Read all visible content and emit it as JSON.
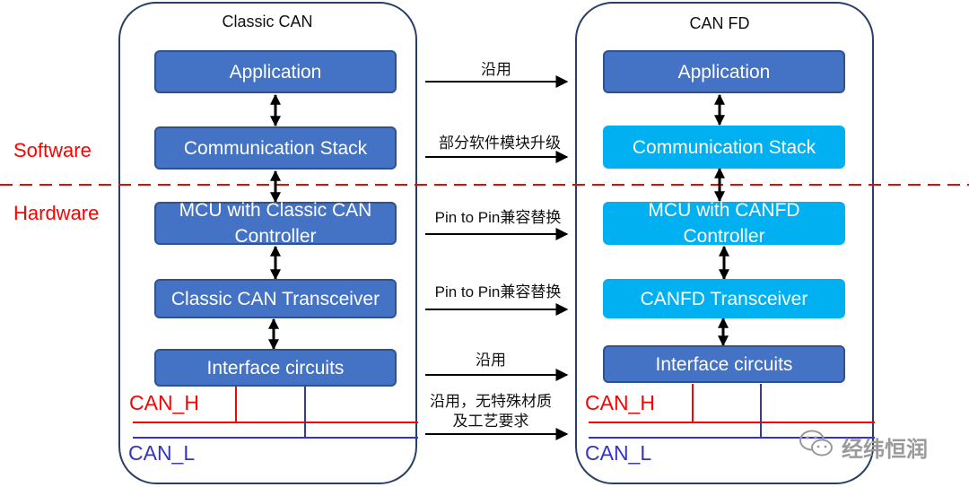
{
  "left": {
    "title": "Classic CAN",
    "blocks": [
      "Application",
      "Communication Stack",
      "MCU with Classic CAN\nController",
      "Classic CAN Transceiver",
      "Interface circuits"
    ],
    "can_h": "CAN_H",
    "can_l": "CAN_L"
  },
  "right": {
    "title": "CAN FD",
    "blocks": [
      "Application",
      "Communication Stack",
      "MCU with CANFD\nController",
      "CANFD Transceiver",
      "Interface circuits"
    ],
    "can_h": "CAN_H",
    "can_l": "CAN_L"
  },
  "middle": {
    "labels": [
      "沿用",
      "部分软件模块升级",
      "Pin to Pin兼容替换",
      "Pin to Pin兼容替换",
      "沿用",
      "沿用，无特殊材质\n及工艺要求"
    ]
  },
  "layers": {
    "software": "Software",
    "hardware": "Hardware"
  },
  "watermark": {
    "icon": "wechat-icon",
    "text": "经纬恒润"
  },
  "colors": {
    "block_classic": "#4472c4",
    "block_upgraded": "#00b0f0",
    "divider": "#ff0000",
    "can_h": "#ff0000",
    "can_l": "#3333cc"
  }
}
